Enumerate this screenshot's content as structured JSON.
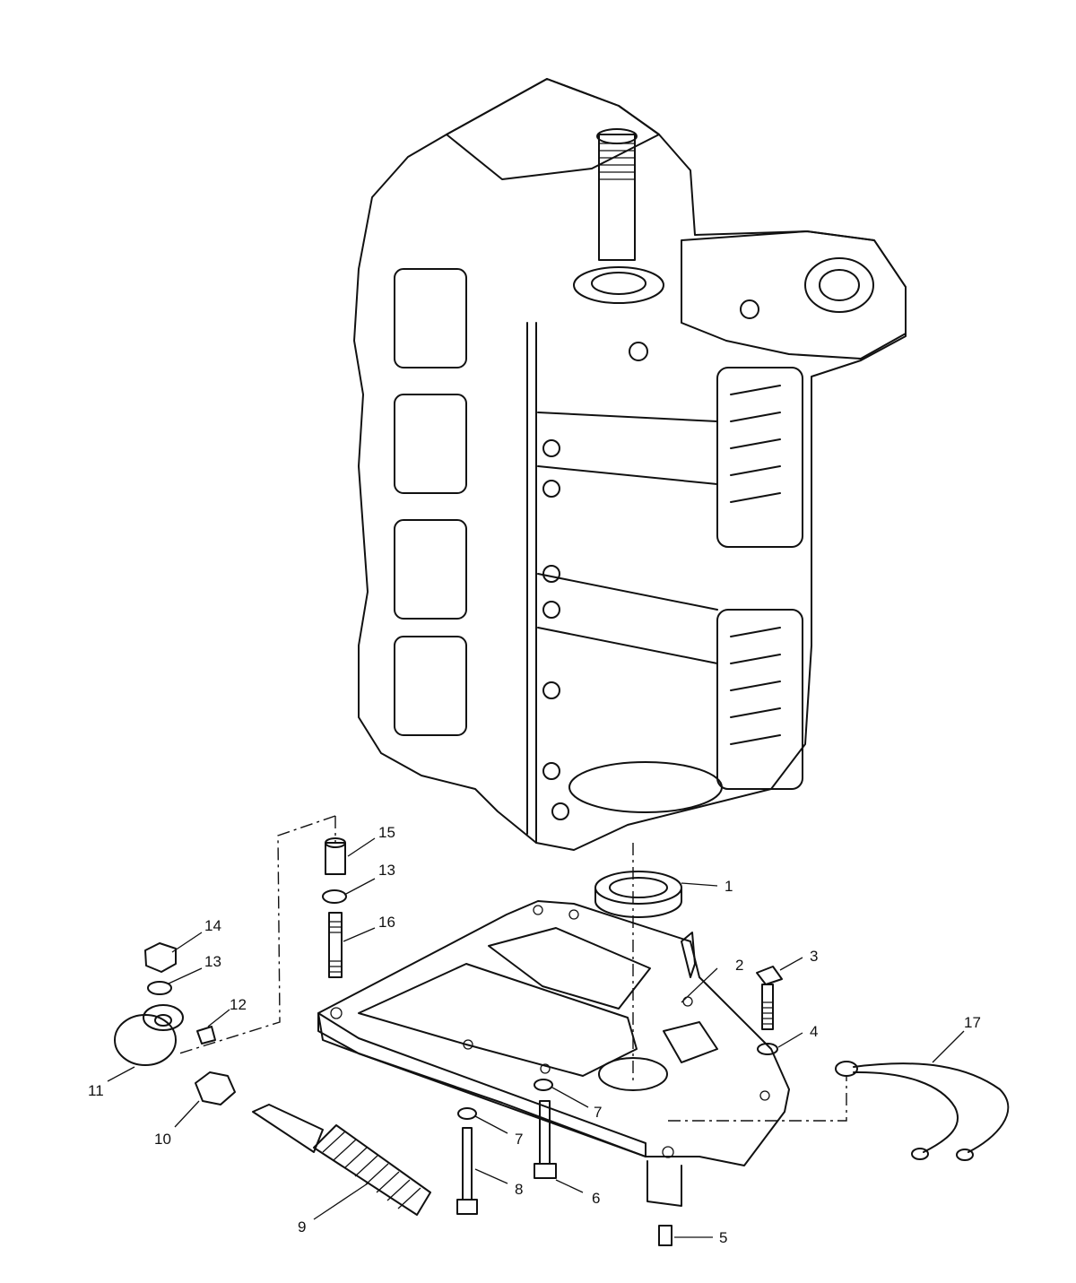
{
  "colors": {
    "ink": "#111111",
    "shade": "#c9c9c9",
    "paper": "#ffffff"
  },
  "callouts": [
    {
      "id": "c1",
      "label": "1"
    },
    {
      "id": "c2",
      "label": "2"
    },
    {
      "id": "c3",
      "label": "3"
    },
    {
      "id": "c4",
      "label": "4"
    },
    {
      "id": "c5",
      "label": "5"
    },
    {
      "id": "c6",
      "label": "6"
    },
    {
      "id": "c7a",
      "label": "7"
    },
    {
      "id": "c7b",
      "label": "7"
    },
    {
      "id": "c8",
      "label": "8"
    },
    {
      "id": "c9",
      "label": "9"
    },
    {
      "id": "c10",
      "label": "10"
    },
    {
      "id": "c11",
      "label": "11"
    },
    {
      "id": "c12",
      "label": "12"
    },
    {
      "id": "c13a",
      "label": "13"
    },
    {
      "id": "c13b",
      "label": "13"
    },
    {
      "id": "c14",
      "label": "14"
    },
    {
      "id": "c15",
      "label": "15"
    },
    {
      "id": "c16",
      "label": "16"
    },
    {
      "id": "c17",
      "label": "17"
    }
  ]
}
